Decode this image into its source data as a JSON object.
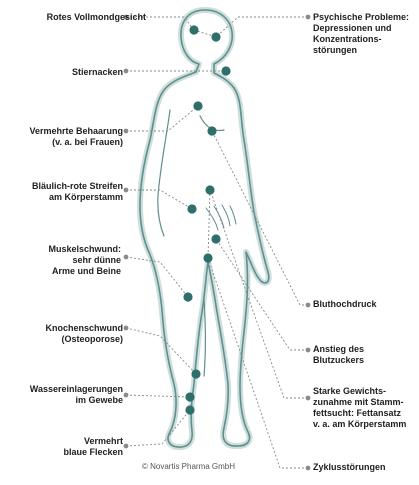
{
  "colors": {
    "body_outline": "#cddfdd",
    "body_outline_inner": "#5f8f8d",
    "dot": "#2f6f6b",
    "connector": "#8a8a8a",
    "label": "#1e1e1e"
  },
  "labels": {
    "moon_face": [
      "Rotes Vollmondgesicht"
    ],
    "bull_neck": [
      "Stiernacken"
    ],
    "hair": [
      "Vermehrte Behaarung",
      "(v. a. bei Frauen)"
    ],
    "striae": [
      "Bläulich-rote Streifen",
      "am Körperstamm"
    ],
    "muscle": [
      "Muskelschwund:",
      "sehr dünne",
      "Arme und Beine"
    ],
    "bone": [
      "Knochenschwund",
      "(Osteoporose)"
    ],
    "water": [
      "Wassereinlagerungen",
      "im Gewebe"
    ],
    "bruises": [
      "Vermehrt",
      "blaue Flecken"
    ],
    "psyche": [
      "Psychische Probleme:",
      "Depressionen und",
      "Konzentrations-",
      "störungen"
    ],
    "blood_pressure": [
      "Bluthochdruck"
    ],
    "blood_sugar": [
      "Anstieg des",
      "Blutzuckers"
    ],
    "weight": [
      "Starke Gewichts-",
      "zunahme mit Stamm-",
      "fettsucht: Fettansatz",
      "v. a. am Körperstamm"
    ],
    "cycle": [
      "Zyklusstörungen"
    ]
  },
  "copyright": "© Novartis Pharma GmbH"
}
